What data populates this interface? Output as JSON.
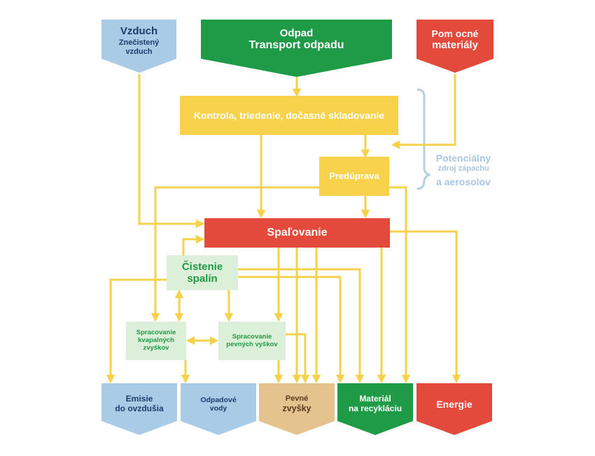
{
  "colors": {
    "flow": "#f6d24c",
    "blue": "#a9cbe6",
    "green_dark": "#1f9a47",
    "red": "#e44a3c",
    "yellow": "#f8d24a",
    "green_light": "#dcefd8",
    "tan": "#e4c38e",
    "bracket": "#b7cfe4"
  },
  "inputs": {
    "air": {
      "title": "Vzduch",
      "subtitle": "Znečistený vzduch"
    },
    "waste": {
      "title": "Odpad",
      "subtitle": "Transport odpadu"
    },
    "aux": {
      "line1": "Pom ocné",
      "line2": "materiály"
    }
  },
  "process": {
    "control": "Kontrola, triedenie, dočasné skladovanie",
    "pretreatment": "Predúprava",
    "incineration": "Spaľovanie",
    "flue_line1": "Čistenie",
    "flue_line2": "spalín",
    "liquid_line1": "Spracovanie",
    "liquid_line2": "kvapalných",
    "liquid_line3": "zvyškov",
    "solid_line1": "Spracovanie",
    "solid_line2": "pevných vyškov"
  },
  "note": {
    "line1": "Potenciálny",
    "line2": "zdroj zápachu",
    "line3": "a aerosolov"
  },
  "outputs": {
    "emissions_line1": "Emisie",
    "emissions_line2": "do ovzdušia",
    "wastewater_line1": "Odpadové",
    "wastewater_line2": "vody",
    "solid_line1": "Pevné",
    "solid_line2": "zvyšky",
    "recycle_line1": "Materiál",
    "recycle_line2": "na recykláciu",
    "energy": "Energie"
  }
}
